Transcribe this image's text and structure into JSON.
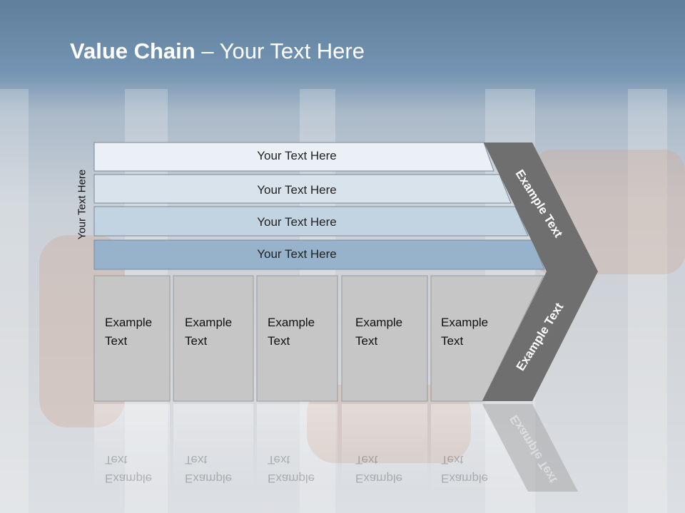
{
  "title": {
    "bold": "Value Chain",
    "rest": " – Your Text Here"
  },
  "vertical_label": "Your Text Here",
  "rows": [
    {
      "text": "Your Text Here",
      "color": "#eaf0f6"
    },
    {
      "text": "Your Text Here",
      "color": "#d9e3ec"
    },
    {
      "text": "Your Text Here",
      "color": "#c2d3e1"
    },
    {
      "text": "Your Text Here",
      "color": "#96b3cb"
    }
  ],
  "boxes": [
    {
      "line1": "Example",
      "line2": "Text"
    },
    {
      "line1": "Example",
      "line2": "Text"
    },
    {
      "line1": "Example",
      "line2": "Text"
    },
    {
      "line1": "Example",
      "line2": "Text"
    },
    {
      "line1": "Example",
      "line2": "Text"
    }
  ],
  "chevron": {
    "upper": "Example Text",
    "lower": "Example Text",
    "color": "#6f6f6f"
  }
}
